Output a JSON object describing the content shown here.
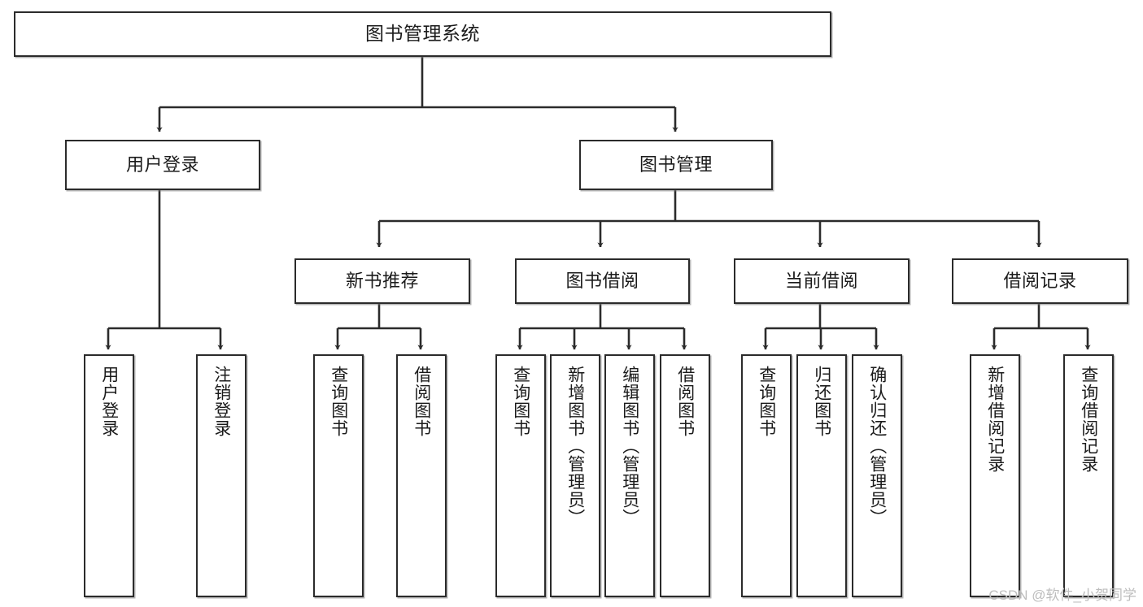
{
  "diagram": {
    "type": "tree-hierarchy-chart",
    "title": "图书管理系统",
    "theme": {
      "background": "#ffffff",
      "box_fill": "#ffffff",
      "box_stroke": "#2b2b2b",
      "text": "#1b1b1b",
      "watermark": "#bdbdbd"
    },
    "levels": {
      "level1": [
        {
          "id": "root",
          "label": "图书管理系统"
        }
      ],
      "level2": [
        {
          "id": "user-login",
          "label": "用户登录"
        },
        {
          "id": "book-management",
          "label": "图书管理"
        }
      ],
      "level3": [
        {
          "id": "new-book-recommend",
          "label": "新书推荐"
        },
        {
          "id": "book-borrow",
          "label": "图书借阅"
        },
        {
          "id": "current-borrow",
          "label": "当前借阅"
        },
        {
          "id": "borrow-record",
          "label": "借阅记录"
        }
      ],
      "level4": [
        {
          "id": "leaf-user-login",
          "label": "用户登录",
          "parent": "user-login"
        },
        {
          "id": "leaf-logout-login",
          "label": "注销登录",
          "parent": "user-login"
        },
        {
          "id": "leaf-query-book-1",
          "label": "查询图书",
          "parent": "new-book-recommend"
        },
        {
          "id": "leaf-borrow-book-1",
          "label": "借阅图书",
          "parent": "new-book-recommend"
        },
        {
          "id": "leaf-query-book-2",
          "label": "查询图书",
          "parent": "book-borrow"
        },
        {
          "id": "leaf-add-book",
          "label": "新增图书（管理员）",
          "parent": "book-borrow"
        },
        {
          "id": "leaf-edit-book",
          "label": "编辑图书（管理员）",
          "parent": "book-borrow"
        },
        {
          "id": "leaf-borrow-book-2",
          "label": "借阅图书",
          "parent": "book-borrow"
        },
        {
          "id": "leaf-query-book-3",
          "label": "查询图书",
          "parent": "current-borrow"
        },
        {
          "id": "leaf-return-book",
          "label": "归还图书",
          "parent": "current-borrow"
        },
        {
          "id": "leaf-confirm-return",
          "label": "确认归还（管理员）",
          "parent": "current-borrow"
        },
        {
          "id": "leaf-add-record",
          "label": "新增借阅记录",
          "parent": "borrow-record"
        },
        {
          "id": "leaf-query-record",
          "label": "查询借阅记录",
          "parent": "borrow-record"
        }
      ]
    },
    "watermark": "CSDN @软件_小贺同学"
  }
}
